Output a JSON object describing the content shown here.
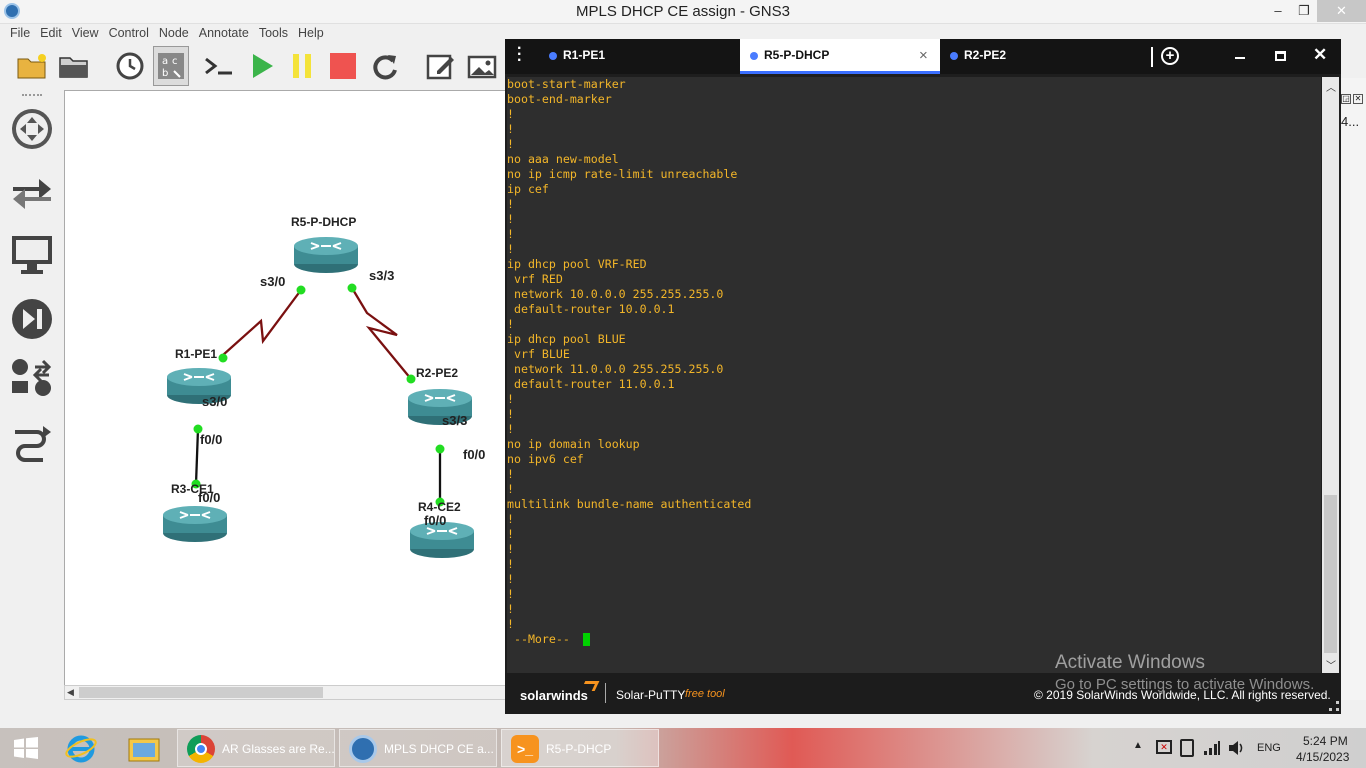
{
  "window": {
    "title": "MPLS DHCP CE assign - GNS3",
    "minimize": "–",
    "restore": "❐",
    "close": "✕"
  },
  "menu": [
    "File",
    "Edit",
    "View",
    "Control",
    "Node",
    "Annotate",
    "Tools",
    "Help"
  ],
  "toolbar": {
    "icons": [
      "open-project-icon",
      "folder-icon",
      "snapshot-icon",
      "show-interface-labels-icon",
      "console-all-icon",
      "start-all-icon",
      "suspend-all-icon",
      "stop-all-icon",
      "reload-all-icon",
      "add-note-icon",
      "insert-image-icon"
    ]
  },
  "dock": {
    "icons": [
      "browse-routers-icon",
      "browse-switches-icon",
      "browse-end-devices-icon",
      "browse-security-devices-icon",
      "browse-all-devices-icon",
      "add-link-icon"
    ]
  },
  "topology": {
    "nodes": [
      "R5-P-DHCP",
      "R1-PE1",
      "R2-PE2",
      "R3-CE1",
      "R4-CE2"
    ],
    "labels": {
      "r5_s30": "s3/0",
      "r5_s33": "s3/3",
      "r1_s30": "s3/0",
      "r1_f00": "f0/0",
      "r2_s33": "s3/3",
      "r2_f00": "f0/0",
      "r3_f00": "f0/0",
      "r4_f00": "f0/0"
    }
  },
  "putty": {
    "tabs": [
      {
        "label": "R1-PE1",
        "active": false
      },
      {
        "label": "R5-P-DHCP",
        "active": true,
        "close": "×"
      },
      {
        "label": "R2-PE2",
        "active": false
      }
    ],
    "tab_add": "+",
    "terminal_lines": [
      "boot-start-marker",
      "boot-end-marker",
      "!",
      "!",
      "!",
      "no aaa new-model",
      "no ip icmp rate-limit unreachable",
      "ip cef",
      "!",
      "!",
      "!",
      "!",
      "ip dhcp pool VRF-RED",
      " vrf RED",
      " network 10.0.0.0 255.255.255.0",
      " default-router 10.0.0.1",
      "!",
      "ip dhcp pool BLUE",
      " vrf BLUE",
      " network 11.0.0.0 255.255.255.0",
      " default-router 11.0.0.1",
      "!",
      "!",
      "!",
      "no ip domain lookup",
      "no ipv6 cef",
      "!",
      "!",
      "multilink bundle-name authenticated",
      "!",
      "!",
      "!",
      "!",
      "!",
      "!",
      "!",
      "!"
    ],
    "more_prompt": " --More-- ",
    "footer": {
      "brand": "solarwinds",
      "product": "Solar-PuTTY",
      "tag": "free tool",
      "copyright": "© 2019 SolarWinds Worldwide, LLC. All rights reserved."
    }
  },
  "right_panel": {
    "text": "4..."
  },
  "watermark": {
    "line1": "Activate Windows",
    "line2": "Go to PC settings to activate Windows."
  },
  "taskbar": {
    "items": [
      {
        "label": "AR Glasses are Re..."
      },
      {
        "label": "MPLS DHCP CE a..."
      },
      {
        "label": "R5-P-DHCP"
      }
    ],
    "lang": "ENG",
    "time": "5:24 PM",
    "date": "4/15/2023"
  },
  "colors": {
    "terminal_text": "#f3b629",
    "cursor": "#00d100",
    "link_red": "#7a1010",
    "port_dot": "#22dd22",
    "router": "#3e8c93"
  }
}
